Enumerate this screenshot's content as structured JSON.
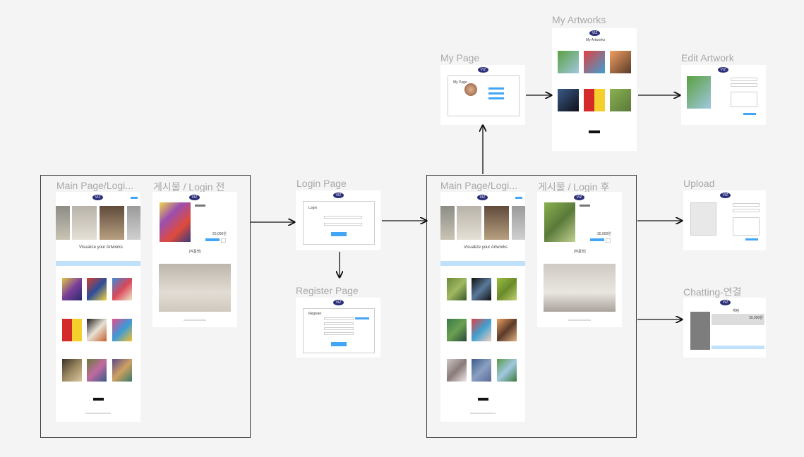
{
  "frames": {
    "main_before": "Main Page/Logi...",
    "post_before": "게시물 / Login 전",
    "login": "Login Page",
    "register": "Register Page",
    "main_after": "Main Page/Logi...",
    "post_after": "게시물 / Login 후",
    "mypage": "My Page",
    "myartworks": "My Artworks",
    "edit": "Edit Artwork",
    "upload": "Upload",
    "chatting": "Chatting-연결"
  },
  "main": {
    "hero_text": "Visualize your Artworks"
  },
  "post": {
    "price_before": "20,000원",
    "price_after": "30,000원",
    "title_tag": "[작품명]"
  },
  "login": {
    "heading": "Login"
  },
  "register": {
    "heading": "Register"
  },
  "mypage": {
    "heading": "My Page"
  },
  "myartworks": {
    "heading": "My Artworks"
  },
  "chat": {
    "heading": "채팅",
    "price": "30,000원"
  },
  "logo_text": "VIZ"
}
